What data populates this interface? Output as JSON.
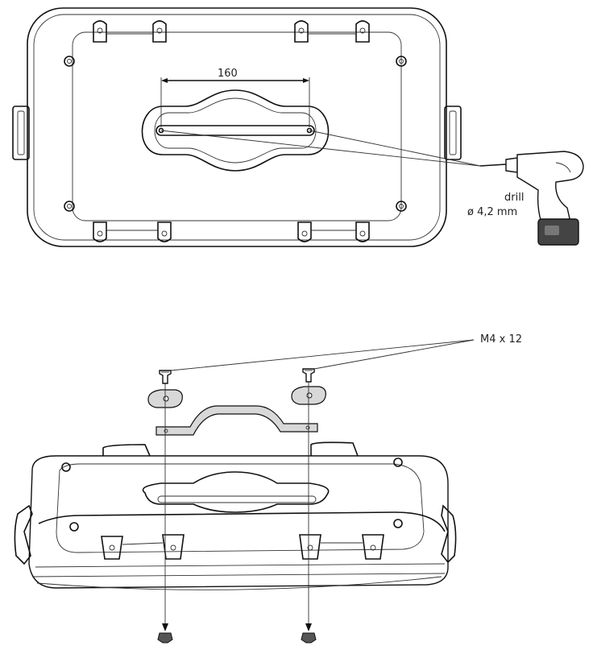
{
  "dimension": {
    "value": "160"
  },
  "drill": {
    "label": "drill",
    "size": "ø 4,2 mm"
  },
  "screws": {
    "label": "M4 x 12"
  },
  "colors": {
    "line": "#111111",
    "battery": "#444444",
    "fill": "#ffffff"
  }
}
